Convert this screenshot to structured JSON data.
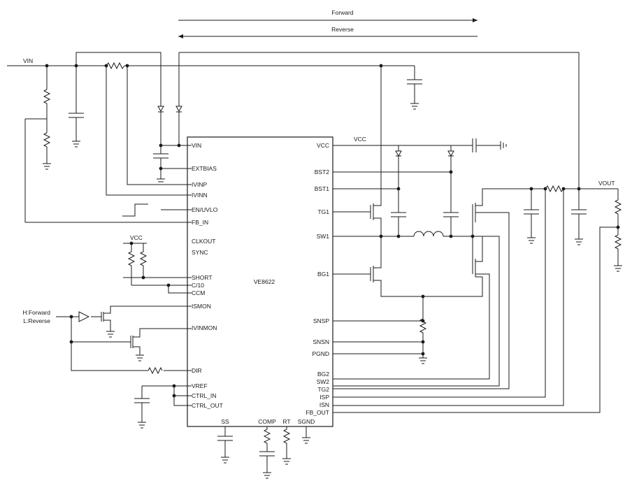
{
  "arrows": {
    "forward": "Forward",
    "reverse": "Reverse"
  },
  "ic": {
    "name": "VE8622",
    "left_pins": [
      "VIN",
      "EXTBIAS",
      "IVINP",
      "IVINN",
      "EN/UVLO",
      "FB_IN",
      "CLKOUT",
      "SYNC",
      "SHORT",
      "C/10",
      "CCM",
      "ISMON",
      "IVINMON",
      "DIR",
      "VREF",
      "CTRL_IN",
      "CTRL_OUT"
    ],
    "right_pins": [
      "VCC",
      "BST2",
      "BST1",
      "TG1",
      "SW1",
      "BG1",
      "SNSP",
      "SNSN",
      "PGND",
      "BG2",
      "SW2",
      "TG2",
      "ISP",
      "ISN",
      "FB_OUT"
    ],
    "bottom_pins": [
      "SS",
      "COMP",
      "RT",
      "SGND"
    ]
  },
  "nets": {
    "vin": "VIN",
    "vout": "VOUT",
    "vcc_right": "VCC",
    "vcc_left": "VCC"
  },
  "dir_labels": {
    "forward": "H:Forward",
    "reverse": "L:Reverse"
  }
}
